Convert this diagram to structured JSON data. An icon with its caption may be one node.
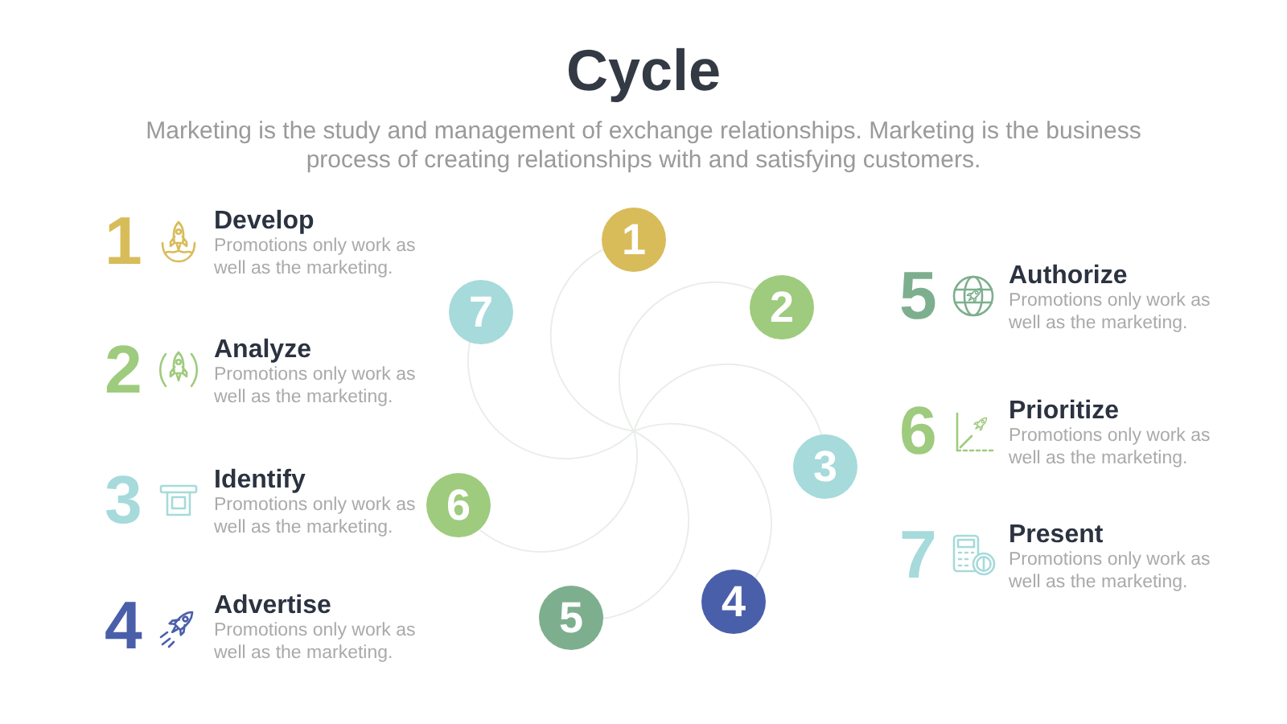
{
  "diagram": {
    "title": "Cycle",
    "nodes": [
      {
        "text": [
          "1"
        ]
      },
      {
        "text": [
          "2"
        ]
      },
      {
        "text": [
          "3"
        ]
      },
      {
        "text": [
          "4"
        ]
      },
      {
        "text": [
          "5"
        ]
      },
      {
        "text": [
          "6"
        ]
      },
      {
        "text": [
          "7"
        ]
      }
    ],
    "labels": [
      "Marketing is the study and management of exchange relationships. Marketing is the business process of creating relationships with and satisfying customers.",
      "1",
      "Develop",
      "Promotions only work as well as the marketing.",
      "2",
      "Analyze",
      "Promotions only work as well as the marketing.",
      "3",
      "Identify",
      "Promotions only work as well as the marketing.",
      "4",
      "Advertise",
      "Promotions only work as well as the marketing.",
      "5",
      "Authorize",
      "Promotions only work as well as the marketing.",
      "6",
      "Prioritize",
      "Promotions only work as well as the marketing.",
      "7",
      "Present",
      "Promotions only work as well as the marketing."
    ]
  }
}
